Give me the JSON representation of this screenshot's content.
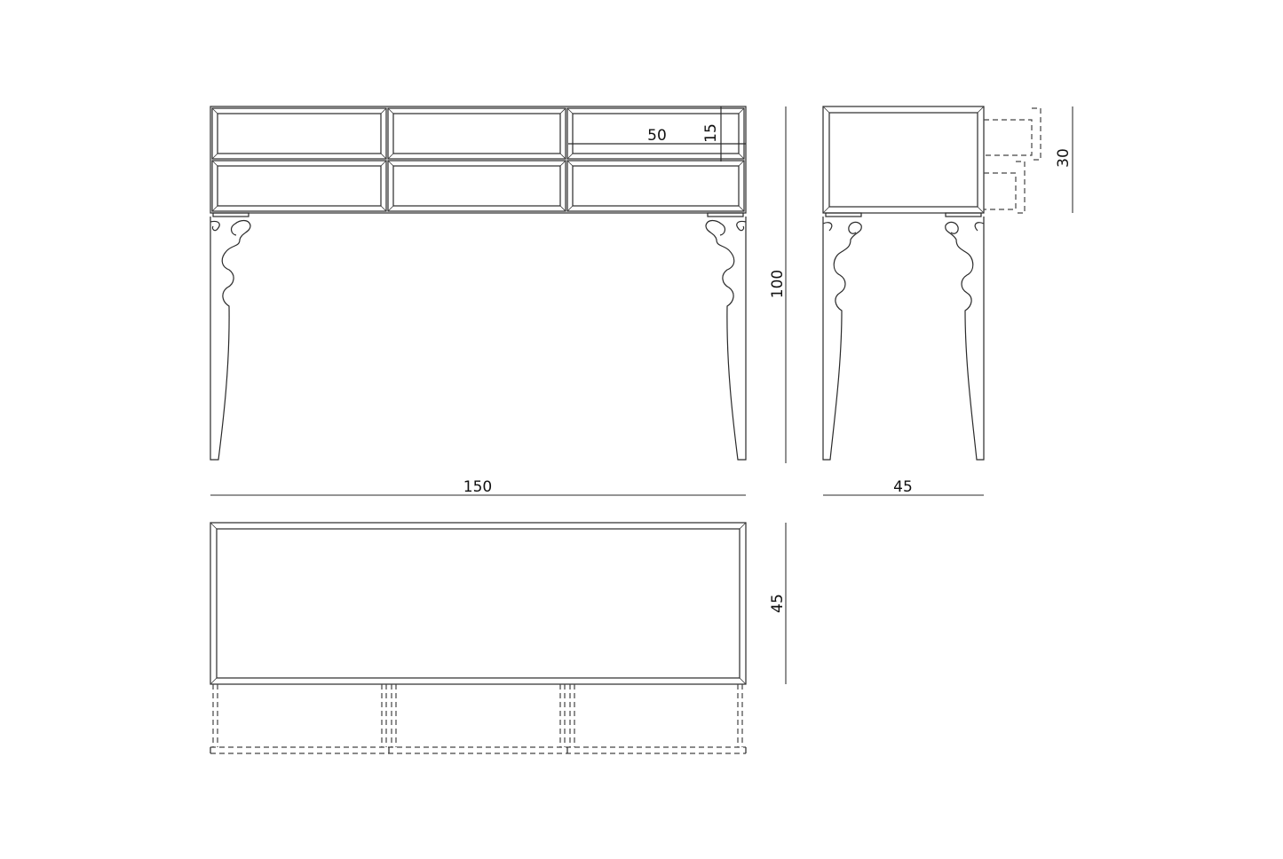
{
  "drawing": {
    "type": "furniture technical drawing (console table, 6 drawers)",
    "views": [
      "front-view",
      "side-view",
      "top-view"
    ]
  },
  "dimensions": {
    "front_width": "150",
    "overall_height": "100",
    "side_depth": "45",
    "top_depth": "45",
    "drawer_width": "50",
    "drawer_height": "15",
    "drawer_extension": "30"
  },
  "colors": {
    "line": "#2a2a2a",
    "dimension_line": "#555555",
    "background": "#ffffff"
  }
}
